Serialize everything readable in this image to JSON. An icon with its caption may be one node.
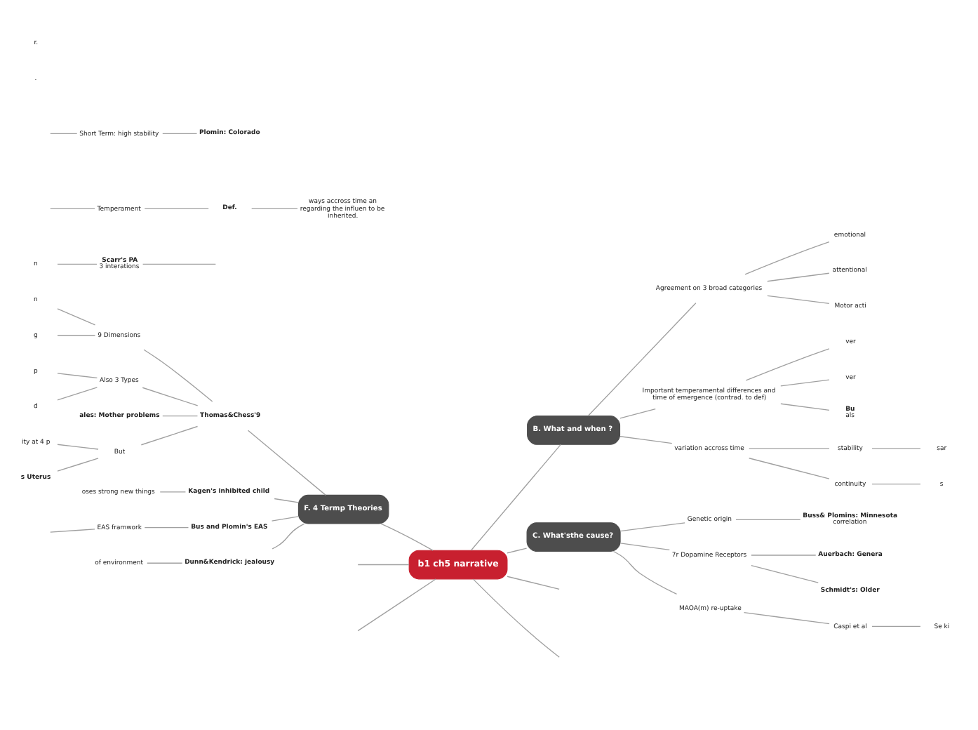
{
  "diagram": {
    "nodes": [
      {
        "text": [
          "b1 ch5 narrative"
        ]
      },
      {
        "text": [
          "F. 4 Termp Theories"
        ]
      },
      {
        "text": [
          "Thomas&Chess'9"
        ]
      },
      {
        "text": [
          "9 Dimensions"
        ]
      },
      {
        "text": [
          "n"
        ]
      },
      {
        "text": [
          "g"
        ]
      },
      {
        "text": [
          "Also 3 Types"
        ]
      },
      {
        "text": [
          "p"
        ]
      },
      {
        "text": [
          "d"
        ]
      },
      {
        "text": [
          "ales: Mother problems"
        ]
      },
      {
        "text": [
          "But"
        ]
      },
      {
        "text": [
          "ity at 4 p"
        ]
      },
      {
        "text": [
          "s Uterus"
        ]
      },
      {
        "text": [
          "Kagen's inhibited child"
        ]
      },
      {
        "text": [
          "oses strong new things"
        ]
      },
      {
        "text": [
          "Bus and Plomin's EAS"
        ]
      },
      {
        "text": [
          "EAS framwork"
        ]
      },
      {
        "text": [
          "Dunn&Kendrick: jealousy"
        ]
      },
      {
        "text": [
          "of environment"
        ]
      },
      {
        "text": [
          "Scarr's PA",
          "3 interations"
        ]
      },
      {
        "text": [
          "n"
        ]
      },
      {
        "text": [
          "Temperament"
        ]
      },
      {
        "text": [
          "Def."
        ]
      },
      {
        "text": [
          "ways accross time an regarding the influen to be inherited."
        ]
      },
      {
        "text": [
          "B. What and when ?"
        ]
      },
      {
        "text": [
          "Agreement on 3 broad categories"
        ]
      },
      {
        "text": [
          "emotional"
        ]
      },
      {
        "text": [
          "attentional"
        ]
      },
      {
        "text": [
          "Motor acti"
        ]
      },
      {
        "text": [
          "Important temperamental differences and time of emergence (contrad. to def)"
        ]
      },
      {
        "text": [
          "ver"
        ]
      },
      {
        "text": [
          "ver"
        ]
      },
      {
        "text": [
          "Bu",
          "als"
        ]
      },
      {
        "text": [
          "variation accross time"
        ]
      },
      {
        "text": [
          "stability"
        ]
      },
      {
        "text": [
          "sar"
        ]
      },
      {
        "text": [
          "continuity"
        ]
      },
      {
        "text": [
          "s"
        ]
      },
      {
        "text": [
          "C. What'sthe cause?"
        ]
      },
      {
        "text": [
          "Genetic origin"
        ]
      },
      {
        "text": [
          "Buss& Plomins: Minnesota",
          "correlation"
        ]
      },
      {
        "text": [
          "7r Dopamine Receptors"
        ]
      },
      {
        "text": [
          "Auerbach: Genera"
        ]
      },
      {
        "text": [
          "Schmidt's: Older"
        ]
      },
      {
        "text": [
          "MAOA(m) re-uptake"
        ]
      },
      {
        "text": [
          "Caspi et al"
        ]
      },
      {
        "text": [
          "Se ki"
        ]
      },
      {
        "text": [
          "Short Term: high stability"
        ]
      },
      {
        "text": [
          "Plomin: Colorado"
        ]
      }
    ],
    "edges": [
      {
        "from": 1,
        "to": 0,
        "arrow": "none"
      },
      {
        "from": 0,
        "to": 24,
        "arrow": "none"
      },
      {
        "from": 0,
        "to": 38,
        "arrow": "none"
      },
      {
        "from": 0,
        "to": null,
        "arrow": "none"
      },
      {
        "from": 0,
        "to": null,
        "arrow": "none"
      },
      {
        "from": null,
        "to": 0,
        "arrow": "none"
      },
      {
        "from": null,
        "to": 0,
        "arrow": "none"
      },
      {
        "from": 2,
        "to": 1,
        "arrow": "none"
      },
      {
        "from": 13,
        "to": 1,
        "arrow": "none"
      },
      {
        "from": 15,
        "to": 1,
        "arrow": "none"
      },
      {
        "from": 17,
        "to": 1,
        "arrow": "none"
      },
      {
        "from": 3,
        "to": 2,
        "arrow": "none"
      },
      {
        "from": 6,
        "to": 2,
        "arrow": "none"
      },
      {
        "from": 9,
        "to": 2,
        "arrow": "none"
      },
      {
        "from": 10,
        "to": 2,
        "arrow": "none"
      },
      {
        "from": 4,
        "to": 3,
        "arrow": "none"
      },
      {
        "from": 5,
        "to": 3,
        "arrow": "none"
      },
      {
        "from": 7,
        "to": 6,
        "arrow": "none"
      },
      {
        "from": 8,
        "to": 6,
        "arrow": "none"
      },
      {
        "from": 11,
        "to": 10,
        "arrow": "none"
      },
      {
        "from": 12,
        "to": 10,
        "arrow": "none"
      },
      {
        "from": 14,
        "to": 13,
        "arrow": "none"
      },
      {
        "from": null,
        "to": 16,
        "arrow": "none"
      },
      {
        "from": 16,
        "to": 15,
        "arrow": "none"
      },
      {
        "from": 18,
        "to": 17,
        "arrow": "none"
      },
      {
        "from": 20,
        "to": 19,
        "arrow": "none"
      },
      {
        "from": 19,
        "to": null,
        "arrow": "none"
      },
      {
        "from": null,
        "to": 21,
        "arrow": "none"
      },
      {
        "from": 21,
        "to": 22,
        "arrow": "none"
      },
      {
        "from": 22,
        "to": 23,
        "arrow": "none"
      },
      {
        "from": 24,
        "to": 25,
        "arrow": "none"
      },
      {
        "from": 24,
        "to": 29,
        "arrow": "none"
      },
      {
        "from": 24,
        "to": 33,
        "arrow": "none"
      },
      {
        "from": 25,
        "to": 26,
        "arrow": "none"
      },
      {
        "from": 25,
        "to": 27,
        "arrow": "none"
      },
      {
        "from": 25,
        "to": 28,
        "arrow": "none"
      },
      {
        "from": 29,
        "to": 30,
        "arrow": "none"
      },
      {
        "from": 29,
        "to": 31,
        "arrow": "none"
      },
      {
        "from": 29,
        "to": 32,
        "arrow": "none"
      },
      {
        "from": 33,
        "to": 34,
        "arrow": "none"
      },
      {
        "from": 33,
        "to": 36,
        "arrow": "none"
      },
      {
        "from": 34,
        "to": 35,
        "arrow": "none"
      },
      {
        "from": 36,
        "to": 37,
        "arrow": "none"
      },
      {
        "from": 38,
        "to": 39,
        "arrow": "none"
      },
      {
        "from": 38,
        "to": 41,
        "arrow": "none"
      },
      {
        "from": 38,
        "to": 44,
        "arrow": "none"
      },
      {
        "from": 39,
        "to": 40,
        "arrow": "none"
      },
      {
        "from": 41,
        "to": 42,
        "arrow": "none"
      },
      {
        "from": 41,
        "to": 43,
        "arrow": "none"
      },
      {
        "from": 44,
        "to": 45,
        "arrow": "none"
      },
      {
        "from": 45,
        "to": 46,
        "arrow": "none"
      },
      {
        "from": null,
        "to": 47,
        "arrow": "none"
      },
      {
        "from": 47,
        "to": 48,
        "arrow": "none"
      }
    ],
    "labels": [
      ".",
      "r."
    ]
  }
}
